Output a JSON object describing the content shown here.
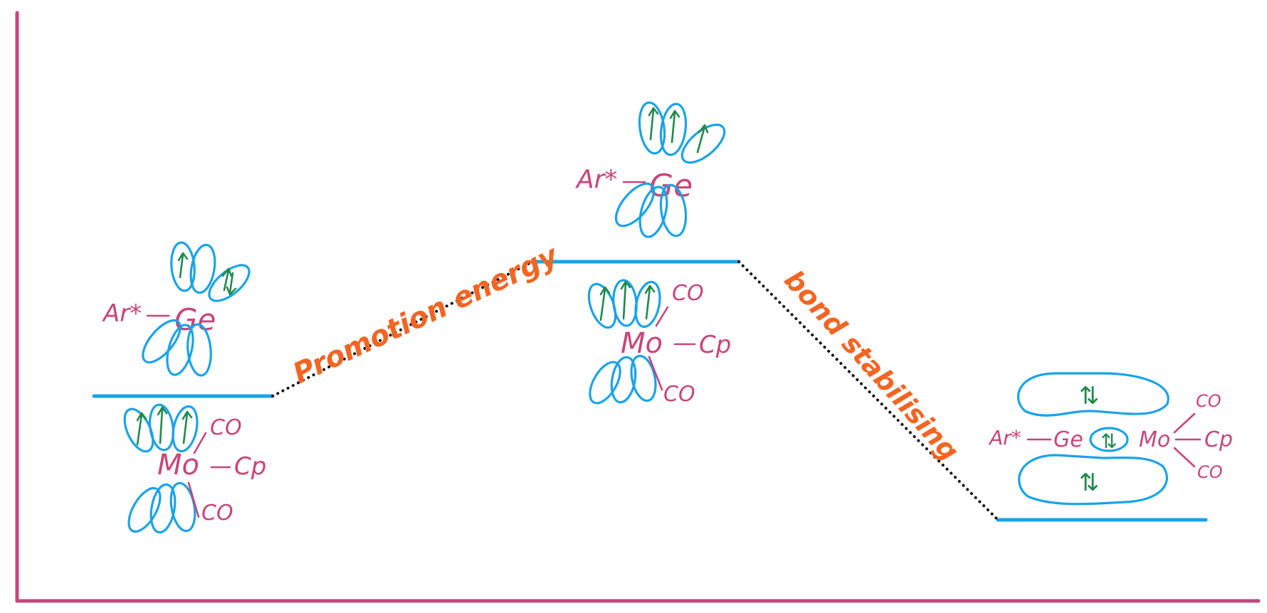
{
  "diagram": {
    "colors": {
      "axis": "#c8457a",
      "level": "#1aa3e6",
      "connector": "#111111",
      "annotation": "#f26522",
      "atom_label": "#c8457a",
      "electron": "#1e8a4c"
    },
    "annotations": {
      "promotion": "Promotion energy",
      "bond": "bond stabilising"
    },
    "ge_fragment": {
      "ar": "Ar*",
      "ge": "Ge"
    },
    "mo_fragment": {
      "mo": "Mo",
      "cp": "Cp",
      "co_top": "CO",
      "co_bottom": "CO"
    },
    "product": {
      "ar": "Ar*",
      "ge": "Ge",
      "mo": "Mo",
      "cp": "Cp",
      "co_top": "CO",
      "co_bottom": "CO",
      "pair": "⇅"
    }
  }
}
